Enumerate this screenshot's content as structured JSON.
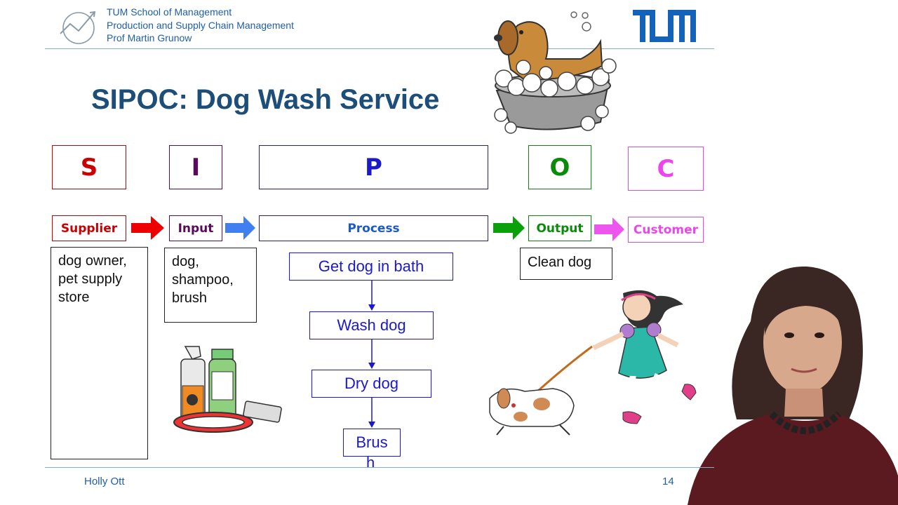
{
  "header": {
    "line1": "TUM School of Management",
    "line2": "Production and Supply Chain Management",
    "line3": "Prof Martin Grunow",
    "logo_text": "TUM"
  },
  "slide": {
    "title": "SIPOC: Dog Wash Service",
    "letters": {
      "s": "S",
      "i": "I",
      "p": "P",
      "o": "O",
      "c": "C"
    },
    "labels": {
      "supplier": "Supplier",
      "input": "Input",
      "process": "Process",
      "output": "Output",
      "customer": "Customer"
    },
    "supplier_items": [
      "dog owner,",
      "pet supply",
      "store"
    ],
    "input_items": [
      "dog,",
      "shampoo,",
      "brush"
    ],
    "output_items": [
      "Clean dog"
    ],
    "process_steps": [
      "Get dog in bath",
      "Wash dog",
      "Dry dog",
      "Brus",
      "h"
    ]
  },
  "colors": {
    "supplier": "#cc0000",
    "input": "#5a0a5a",
    "process": "#1a1acc",
    "output": "#0a8a0a",
    "customer": "#ee44ee",
    "arrow_red": "#ee0000",
    "arrow_blue": "#3f7fef",
    "arrow_green": "#0aa00a",
    "arrow_pink": "#ee55ee"
  },
  "footer": {
    "presenter": "Holly Ott",
    "page": "14"
  }
}
